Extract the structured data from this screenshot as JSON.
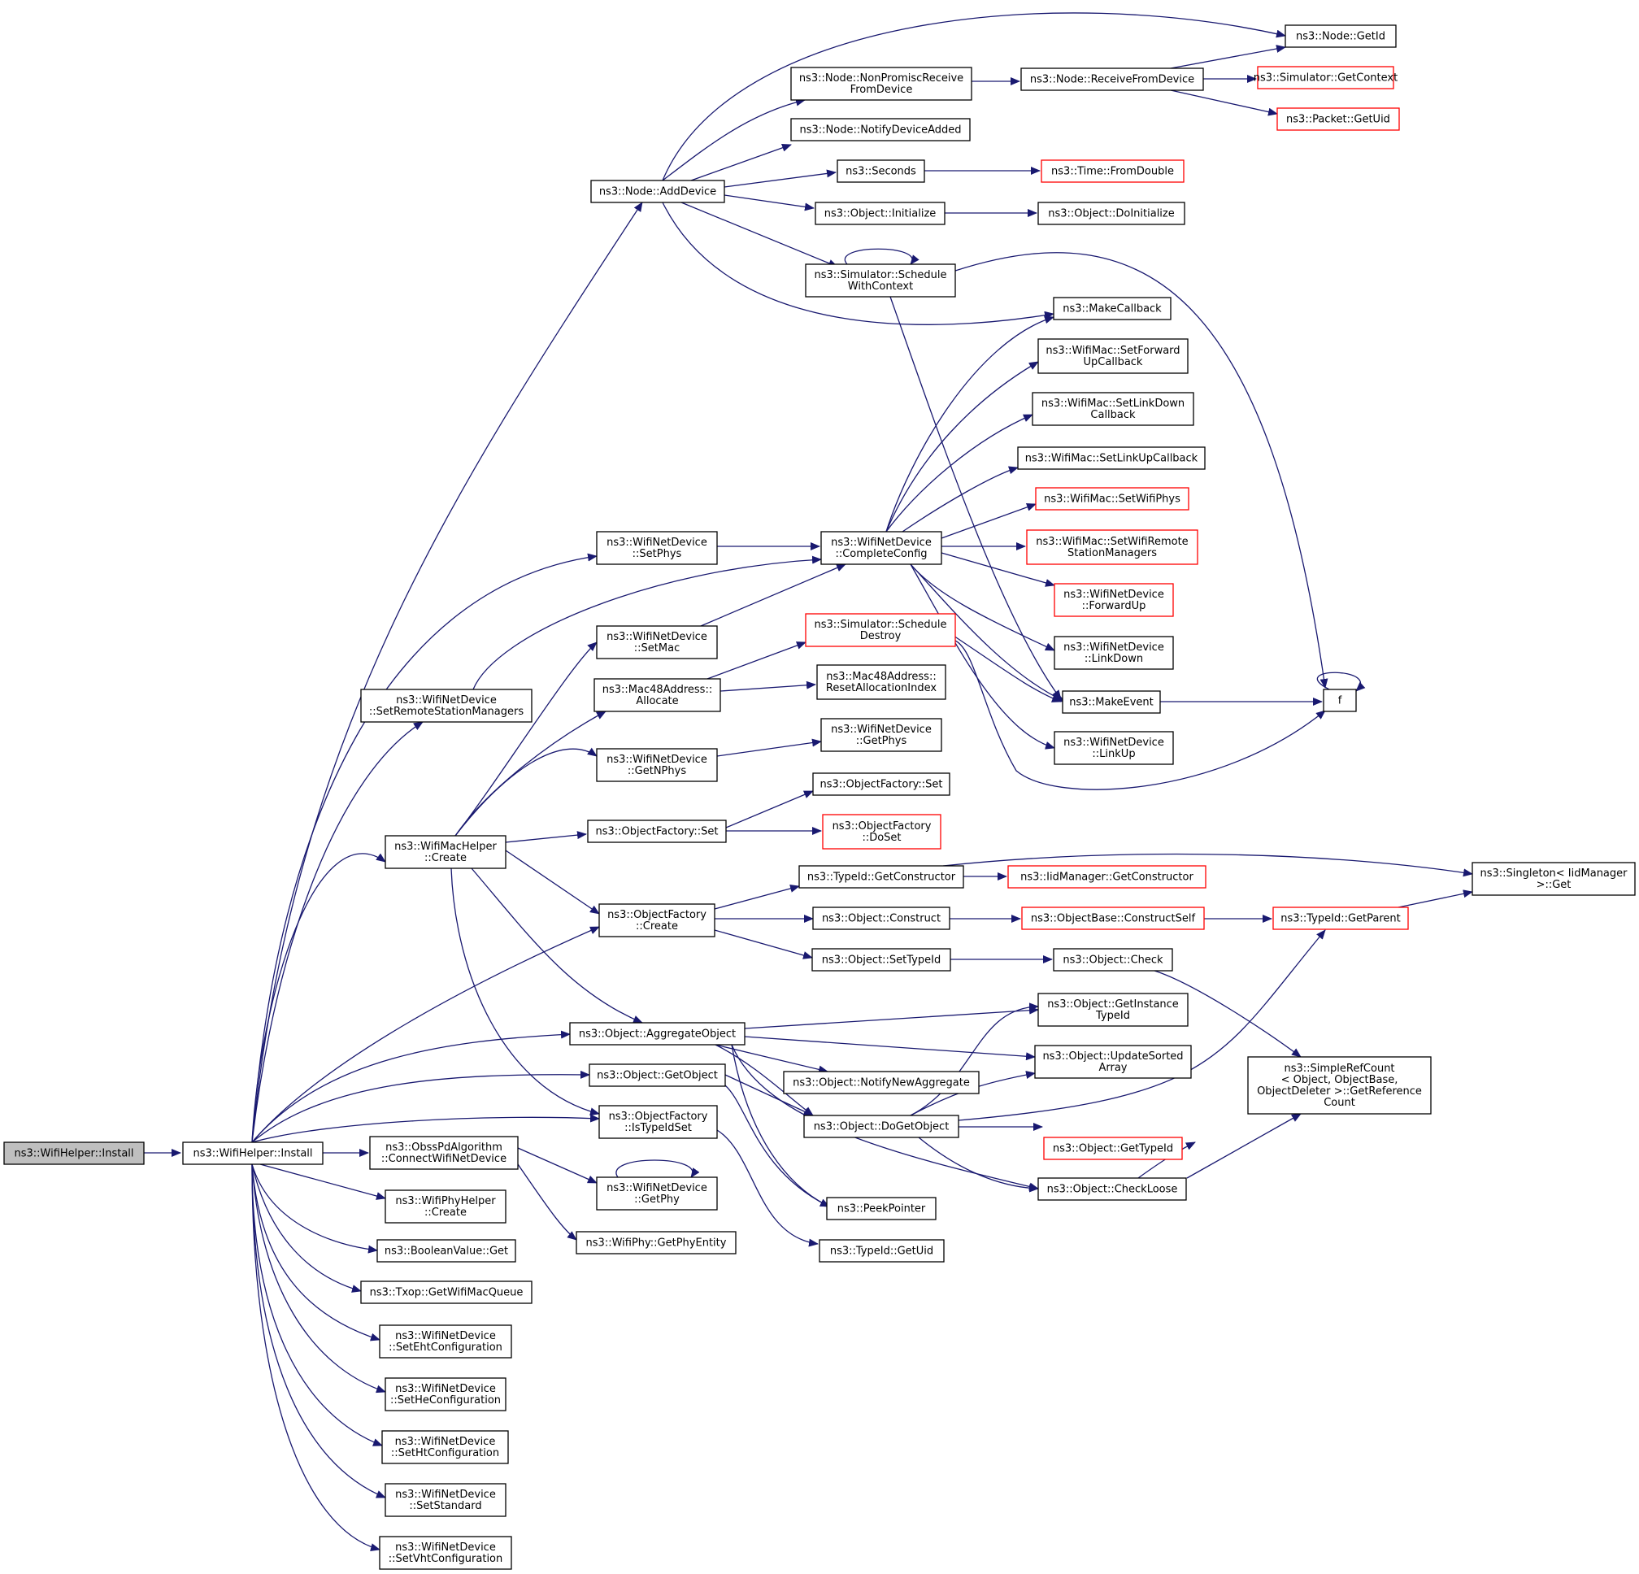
{
  "colors": {
    "edge": "#191970",
    "node_border": "#000000",
    "node_border_truncated": "#ff0000",
    "root_fill": "#bfbfbf",
    "node_fill": "#ffffff"
  },
  "nodes": [
    {
      "id": "n0",
      "lines": [
        "ns3::WifiHelper::Install"
      ],
      "root": true
    },
    {
      "id": "n1",
      "lines": [
        "ns3::WifiHelper::Install"
      ]
    },
    {
      "id": "n2",
      "lines": [
        "ns3::Node::AddDevice"
      ]
    },
    {
      "id": "n3",
      "lines": [
        "ns3::Node::GetId"
      ]
    },
    {
      "id": "n4",
      "lines": [
        "ns3::Node::NonPromiscReceive",
        "FromDevice"
      ]
    },
    {
      "id": "n5",
      "lines": [
        "ns3::Node::ReceiveFromDevice"
      ]
    },
    {
      "id": "n6",
      "lines": [
        "ns3::Simulator::GetContext"
      ],
      "red": true
    },
    {
      "id": "n7",
      "lines": [
        "ns3::Packet::GetUid"
      ],
      "red": true
    },
    {
      "id": "n8",
      "lines": [
        "ns3::Node::NotifyDeviceAdded"
      ]
    },
    {
      "id": "n9",
      "lines": [
        "ns3::Seconds"
      ]
    },
    {
      "id": "n10",
      "lines": [
        "ns3::Time::FromDouble"
      ],
      "red": true
    },
    {
      "id": "n11",
      "lines": [
        "ns3::Object::Initialize"
      ]
    },
    {
      "id": "n12",
      "lines": [
        "ns3::Object::DoInitialize"
      ]
    },
    {
      "id": "n13",
      "lines": [
        "ns3::Simulator::Schedule",
        "WithContext"
      ]
    },
    {
      "id": "n14",
      "lines": [
        "ns3::MakeCallback"
      ]
    },
    {
      "id": "n15",
      "lines": [
        "ns3::WifiMac::SetForward",
        "UpCallback"
      ]
    },
    {
      "id": "n16",
      "lines": [
        "ns3::WifiMac::SetLinkDown",
        "Callback"
      ]
    },
    {
      "id": "n17",
      "lines": [
        "ns3::WifiMac::SetLinkUpCallback"
      ]
    },
    {
      "id": "n18",
      "lines": [
        "ns3::WifiMac::SetWifiPhys"
      ],
      "red": true
    },
    {
      "id": "n19",
      "lines": [
        "ns3::WifiNetDevice",
        "::SetPhys"
      ]
    },
    {
      "id": "n20",
      "lines": [
        "ns3::WifiNetDevice",
        "::CompleteConfig"
      ]
    },
    {
      "id": "n21",
      "lines": [
        "ns3::WifiMac::SetWifiRemote",
        "StationManagers"
      ],
      "red": true
    },
    {
      "id": "n22",
      "lines": [
        "ns3::WifiNetDevice",
        "::ForwardUp"
      ],
      "red": true
    },
    {
      "id": "n23",
      "lines": [
        "ns3::WifiNetDevice",
        "::SetMac"
      ]
    },
    {
      "id": "n24",
      "lines": [
        "ns3::Simulator::Schedule",
        "Destroy"
      ],
      "red": true
    },
    {
      "id": "n25",
      "lines": [
        "ns3::WifiNetDevice",
        "::LinkDown"
      ]
    },
    {
      "id": "n26",
      "lines": [
        "ns3::WifiNetDevice",
        "::SetRemoteStationManagers"
      ]
    },
    {
      "id": "n27",
      "lines": [
        "ns3::Mac48Address::",
        "Allocate"
      ]
    },
    {
      "id": "n28",
      "lines": [
        "ns3::Mac48Address::",
        "ResetAllocationIndex"
      ]
    },
    {
      "id": "n29",
      "lines": [
        "ns3::MakeEvent"
      ]
    },
    {
      "id": "n30",
      "lines": [
        "f"
      ]
    },
    {
      "id": "n31",
      "lines": [
        "ns3::WifiNetDevice",
        "::GetNPhys"
      ]
    },
    {
      "id": "n32",
      "lines": [
        "ns3::WifiNetDevice",
        "::GetPhys"
      ]
    },
    {
      "id": "n33",
      "lines": [
        "ns3::WifiNetDevice",
        "::LinkUp"
      ]
    },
    {
      "id": "n34",
      "lines": [
        "ns3::ObjectFactory::Set"
      ]
    },
    {
      "id": "n35",
      "lines": [
        "ns3::WifiMacHelper",
        "::Create"
      ]
    },
    {
      "id": "n36",
      "lines": [
        "ns3::ObjectFactory::Set"
      ]
    },
    {
      "id": "n37",
      "lines": [
        "ns3::ObjectFactory",
        "::DoSet"
      ],
      "red": true
    },
    {
      "id": "n38",
      "lines": [
        "ns3::TypeId::GetConstructor"
      ]
    },
    {
      "id": "n39",
      "lines": [
        "ns3::IidManager::GetConstructor"
      ],
      "red": true
    },
    {
      "id": "n40",
      "lines": [
        "ns3::Singleton< IidManager",
        " >::Get"
      ]
    },
    {
      "id": "n41",
      "lines": [
        "ns3::ObjectFactory",
        "::Create"
      ]
    },
    {
      "id": "n42",
      "lines": [
        "ns3::Object::Construct"
      ]
    },
    {
      "id": "n43",
      "lines": [
        "ns3::ObjectBase::ConstructSelf"
      ],
      "red": true
    },
    {
      "id": "n44",
      "lines": [
        "ns3::TypeId::GetParent"
      ],
      "red": true
    },
    {
      "id": "n45",
      "lines": [
        "ns3::Object::SetTypeId"
      ]
    },
    {
      "id": "n46",
      "lines": [
        "ns3::Object::Check"
      ]
    },
    {
      "id": "n47",
      "lines": [
        "ns3::Object::GetInstance",
        "TypeId"
      ]
    },
    {
      "id": "n48",
      "lines": [
        "ns3::Object::AggregateObject"
      ]
    },
    {
      "id": "n49",
      "lines": [
        "ns3::Object::UpdateSorted",
        "Array"
      ]
    },
    {
      "id": "n50",
      "lines": [
        "ns3::SimpleRefCount",
        "< Object, ObjectBase,",
        " ObjectDeleter >::GetReference",
        "Count"
      ]
    },
    {
      "id": "n51",
      "lines": [
        "ns3::Object::NotifyNewAggregate"
      ]
    },
    {
      "id": "n52",
      "lines": [
        "ns3::Object::GetObject"
      ]
    },
    {
      "id": "n53",
      "lines": [
        "ns3::Object::DoGetObject"
      ]
    },
    {
      "id": "n54",
      "lines": [
        "ns3::ObjectFactory",
        "::IsTypeIdSet"
      ]
    },
    {
      "id": "n55",
      "lines": [
        "ns3::Object::GetTypeId"
      ],
      "red": true
    },
    {
      "id": "n56",
      "lines": [
        "ns3::ObssPdAlgorithm",
        "::ConnectWifiNetDevice"
      ]
    },
    {
      "id": "n57",
      "lines": [
        "ns3::WifiNetDevice",
        "::GetPhy"
      ]
    },
    {
      "id": "n58",
      "lines": [
        "ns3::Object::CheckLoose"
      ]
    },
    {
      "id": "n59",
      "lines": [
        "ns3::WifiPhyHelper",
        "::Create"
      ]
    },
    {
      "id": "n60",
      "lines": [
        "ns3::PeekPointer"
      ]
    },
    {
      "id": "n61",
      "lines": [
        "ns3::BooleanValue::Get"
      ]
    },
    {
      "id": "n62",
      "lines": [
        "ns3::WifiPhy::GetPhyEntity"
      ]
    },
    {
      "id": "n63",
      "lines": [
        "ns3::TypeId::GetUid"
      ]
    },
    {
      "id": "n64",
      "lines": [
        "ns3::Txop::GetWifiMacQueue"
      ]
    },
    {
      "id": "n65",
      "lines": [
        "ns3::WifiNetDevice",
        "::SetEhtConfiguration"
      ]
    },
    {
      "id": "n66",
      "lines": [
        "ns3::WifiNetDevice",
        "::SetHeConfiguration"
      ]
    },
    {
      "id": "n67",
      "lines": [
        "ns3::WifiNetDevice",
        "::SetHtConfiguration"
      ]
    },
    {
      "id": "n68",
      "lines": [
        "ns3::WifiNetDevice",
        "::SetStandard"
      ]
    },
    {
      "id": "n69",
      "lines": [
        "ns3::WifiNetDevice",
        "::SetVhtConfiguration"
      ]
    }
  ]
}
